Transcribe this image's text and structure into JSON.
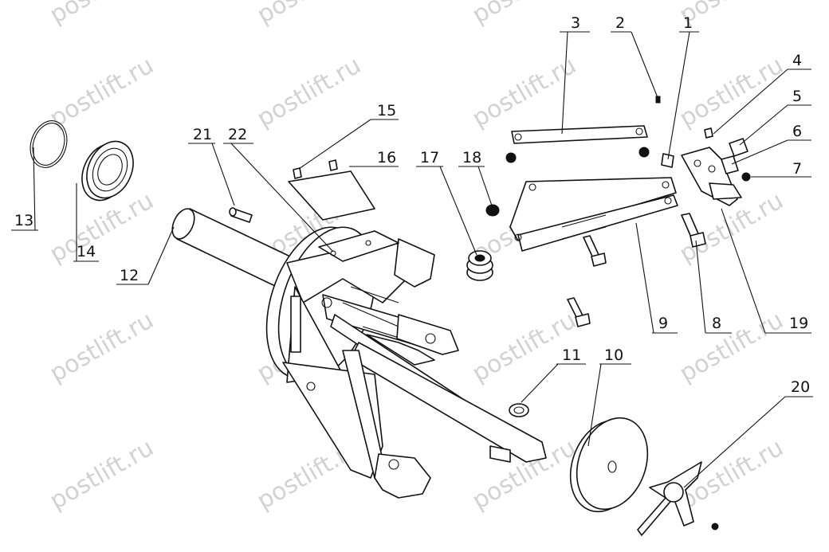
{
  "watermark": "postlift.ru",
  "callouts": [
    {
      "id": "c1",
      "label": "1"
    },
    {
      "id": "c2",
      "label": "2"
    },
    {
      "id": "c3",
      "label": "3"
    },
    {
      "id": "c4",
      "label": "4"
    },
    {
      "id": "c5",
      "label": "5"
    },
    {
      "id": "c6",
      "label": "6"
    },
    {
      "id": "c7",
      "label": "7"
    },
    {
      "id": "c8",
      "label": "8"
    },
    {
      "id": "c9",
      "label": "9"
    },
    {
      "id": "c10",
      "label": "10"
    },
    {
      "id": "c11",
      "label": "11"
    },
    {
      "id": "c12",
      "label": "12"
    },
    {
      "id": "c13",
      "label": "13"
    },
    {
      "id": "c14",
      "label": "14"
    },
    {
      "id": "c15",
      "label": "15"
    },
    {
      "id": "c16",
      "label": "16"
    },
    {
      "id": "c17",
      "label": "17"
    },
    {
      "id": "c18",
      "label": "18"
    },
    {
      "id": "c19",
      "label": "19"
    },
    {
      "id": "c20",
      "label": "20"
    },
    {
      "id": "c21",
      "label": "21"
    },
    {
      "id": "c22",
      "label": "22"
    }
  ]
}
